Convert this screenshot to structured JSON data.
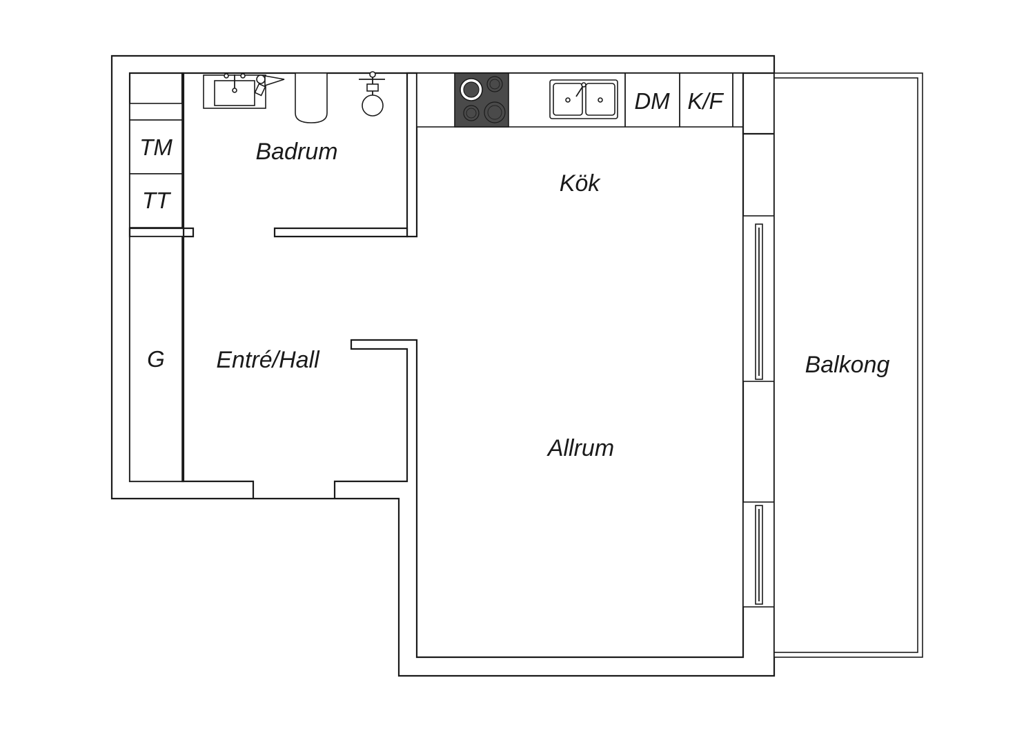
{
  "rooms": {
    "badrum": "Badrum",
    "kok": "Kök",
    "allrum": "Allrum",
    "entre": "Entré/Hall",
    "balkong": "Balkong"
  },
  "storage": {
    "tm": "TM",
    "tt": "TT",
    "g": "G"
  },
  "kitchen": {
    "dm": "DM",
    "kf": "K/F"
  },
  "colors": {
    "line": "#1a1a1a",
    "stove": "#4a4a4a",
    "background": "#ffffff"
  }
}
